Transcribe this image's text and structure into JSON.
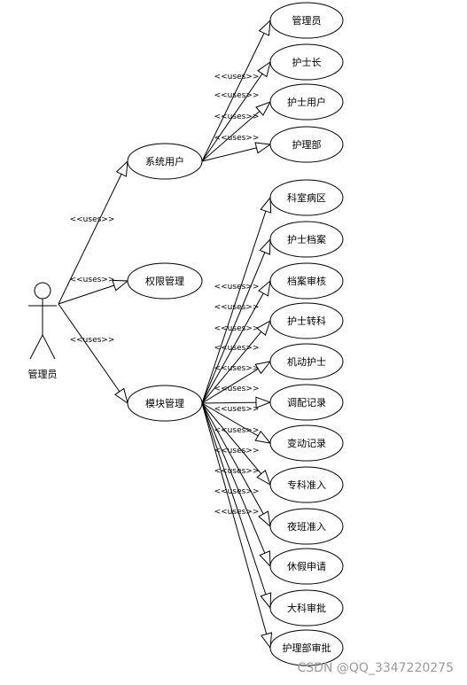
{
  "actor": {
    "name": "管理员"
  },
  "stereotype": "<<uses>>",
  "level1": [
    {
      "label": "系统用户",
      "children": [
        "管理员",
        "护士长",
        "护士用户",
        "护理部"
      ]
    },
    {
      "label": "权限管理",
      "children": []
    },
    {
      "label": "模块管理",
      "children": [
        "科室病区",
        "护士档案",
        "档案审核",
        "护士转科",
        "机动护士",
        "调配记录",
        "变动记录",
        "专科准入",
        "夜班准入",
        "休假申请",
        "大科审批",
        "护理部审批"
      ]
    }
  ],
  "watermark": "CSDN @QQ_3347220275"
}
